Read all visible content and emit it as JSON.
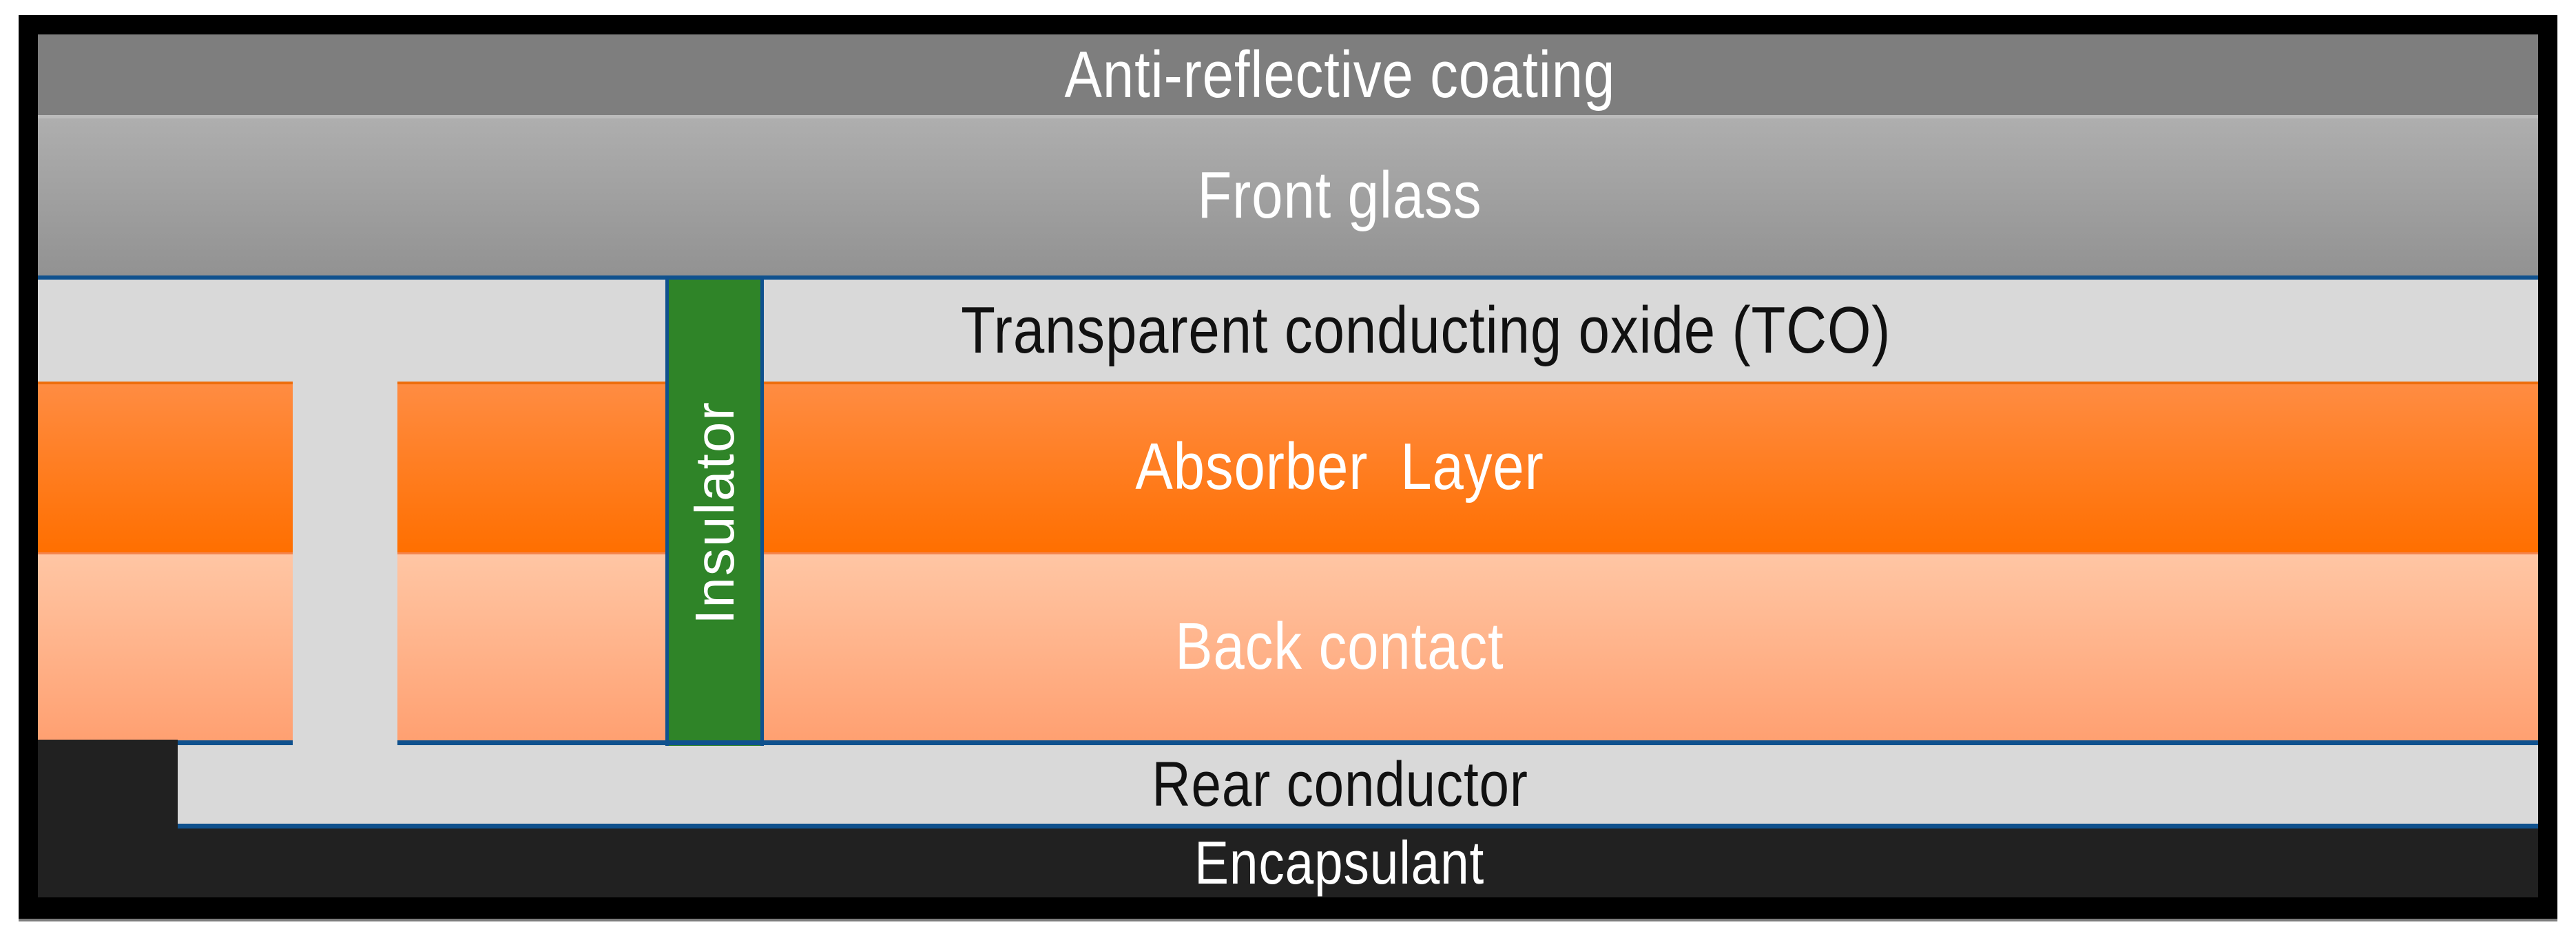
{
  "page": {
    "background": "#FFFFFF",
    "frame_color": "#000000",
    "divider_line_color": "#0F518E"
  },
  "diagram": {
    "type": "thin-film solar cell layer stack",
    "layers": {
      "anti_reflective_coating": {
        "label": "Anti-reflective coating",
        "fill": "#7E7E7E",
        "text_color": "#FFFFFF"
      },
      "front_glass": {
        "label": "Front glass",
        "fill_top": "#AEAEAE",
        "fill_bottom": "#929292",
        "text_color": "#FFFFFF"
      },
      "tco": {
        "label": "Transparent conducting oxide (TCO)",
        "fill": "#D9D9D9",
        "text_color": "#111111"
      },
      "absorber_layer": {
        "label": "Absorber  Layer",
        "fill_top": "#FF8C42",
        "fill_bottom": "#FF6F00",
        "text_color": "#FFFFFF"
      },
      "back_contact": {
        "label": "Back contact",
        "fill_top": "#FFC6A4",
        "fill_bottom": "#FFA071",
        "text_color": "#FFFFFF"
      },
      "rear_conductor": {
        "label": "Rear conductor",
        "fill": "#D9D9D9",
        "text_color": "#111111"
      },
      "encapsulant": {
        "label": "Encapsulant",
        "fill": "#212121",
        "text_color": "#FFFFFF"
      },
      "insulator": {
        "label": "Insulator",
        "fill": "#2F8428",
        "border_color": "#0F518E",
        "text_color": "#FFFFFF"
      },
      "scribe_channel": {
        "fill": "#D9D9D9"
      }
    }
  }
}
